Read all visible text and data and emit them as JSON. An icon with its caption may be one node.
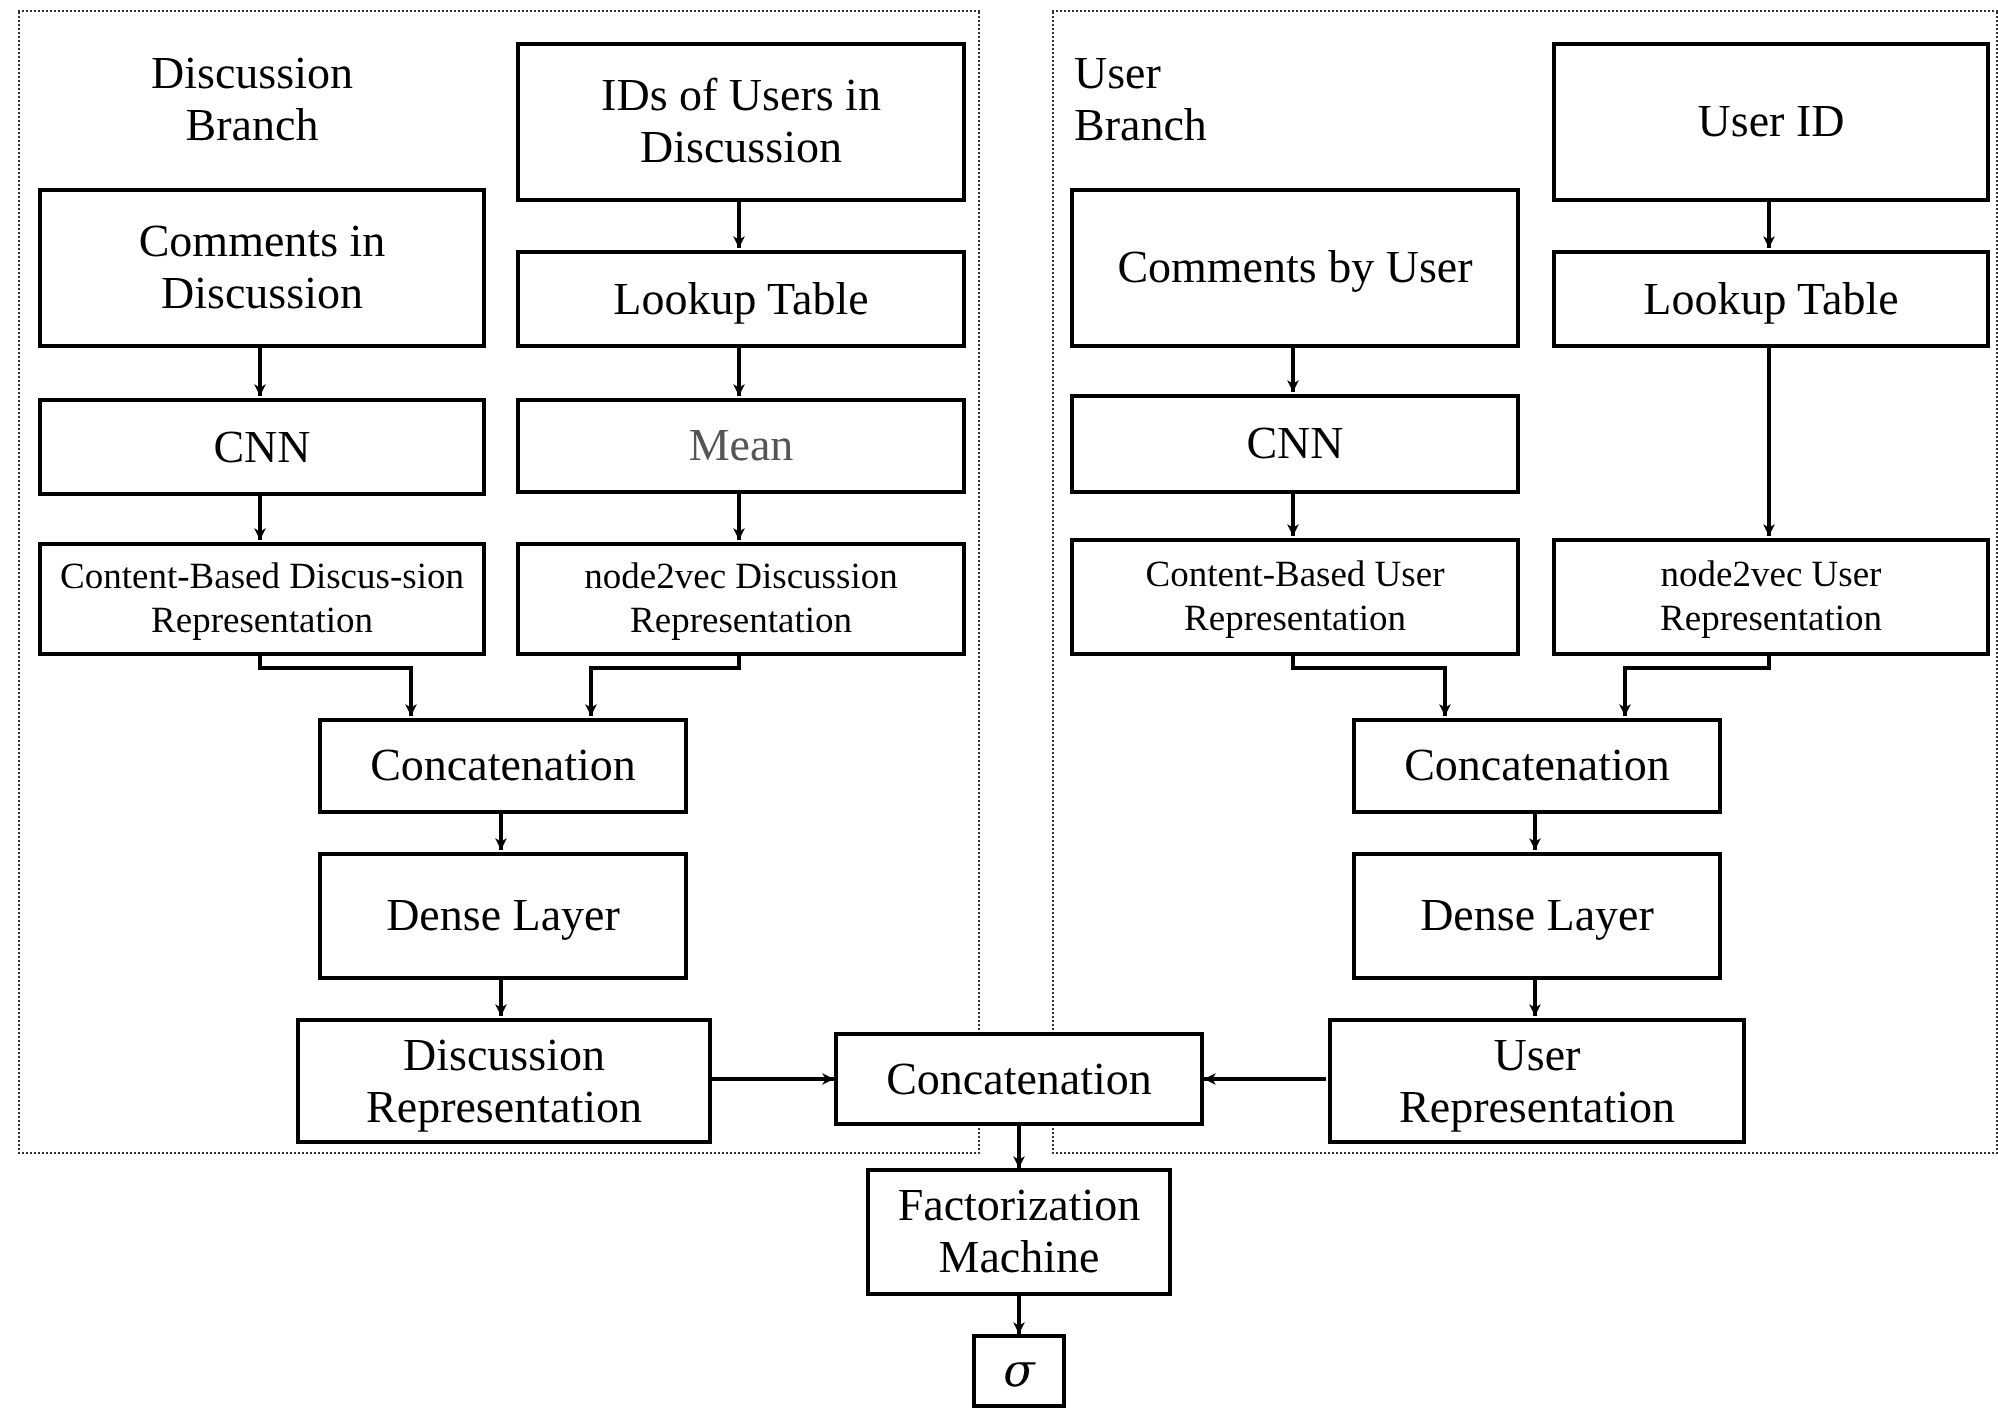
{
  "diagram": {
    "nodes": [
      {
        "text": [
          "Discussion Branch"
        ]
      },
      {
        "text": [
          "IDs of Users in Discussion"
        ],
        "in": 0
      },
      {
        "text": [
          "Comments in Discussion"
        ],
        "in": 0
      },
      {
        "text": [
          "Lookup Table"
        ],
        "in": 0
      },
      {
        "text": [
          "CNN"
        ],
        "in": 0
      },
      {
        "text": [
          "Mean"
        ],
        "in": 0
      },
      {
        "text": [
          "Content-Based Discus-sion Representation"
        ],
        "in": 0
      },
      {
        "text": [
          "node2vec Discussion Representation"
        ],
        "in": 0
      },
      {
        "text": [
          "Concatenation"
        ],
        "in": 0
      },
      {
        "text": [
          "Dense Layer"
        ],
        "in": 0
      },
      {
        "text": [
          "Discussion Representation"
        ],
        "in": 0
      },
      {
        "text": [
          "User Branch"
        ]
      },
      {
        "text": [
          "User ID"
        ],
        "in": 11
      },
      {
        "text": [
          "Comments by User"
        ],
        "in": 11
      },
      {
        "text": [
          "Lookup Table"
        ],
        "in": 11
      },
      {
        "text": [
          "CNN"
        ],
        "in": 11
      },
      {
        "text": [
          "Content-Based User Representation"
        ],
        "in": 11
      },
      {
        "text": [
          "node2vec User Representation"
        ],
        "in": 11
      },
      {
        "text": [
          "Concatenation"
        ],
        "in": 11
      },
      {
        "text": [
          "Dense Layer"
        ],
        "in": 11
      },
      {
        "text": [
          "User Representation"
        ],
        "in": 11
      },
      {
        "text": [
          "Concatenation"
        ]
      },
      {
        "text": [
          "Factorization Machine"
        ]
      },
      {
        "text": [
          "σ"
        ]
      }
    ],
    "edges": [
      {
        "from": 1,
        "to": 3,
        "arrow": "to"
      },
      {
        "from": 3,
        "to": 5,
        "arrow": "to"
      },
      {
        "from": 5,
        "to": 7,
        "arrow": "to"
      },
      {
        "from": 2,
        "to": 4,
        "arrow": "to"
      },
      {
        "from": 4,
        "to": 6,
        "arrow": "to"
      },
      {
        "from": 6,
        "to": 8,
        "arrow": "to"
      },
      {
        "from": 7,
        "to": 8,
        "arrow": "to"
      },
      {
        "from": 8,
        "to": 9,
        "arrow": "to"
      },
      {
        "from": 9,
        "to": 10,
        "arrow": "to"
      },
      {
        "from": 10,
        "to": 21,
        "arrow": "to"
      },
      {
        "from": 12,
        "to": 14,
        "arrow": "to"
      },
      {
        "from": 14,
        "to": 17,
        "arrow": "to"
      },
      {
        "from": 13,
        "to": 15,
        "arrow": "to"
      },
      {
        "from": 15,
        "to": 16,
        "arrow": "to"
      },
      {
        "from": 16,
        "to": 18,
        "arrow": "to"
      },
      {
        "from": 17,
        "to": 18,
        "arrow": "to"
      },
      {
        "from": 18,
        "to": 19,
        "arrow": "to"
      },
      {
        "from": 19,
        "to": 20,
        "arrow": "to"
      },
      {
        "from": 20,
        "to": 21,
        "arrow": "to"
      },
      {
        "from": 21,
        "to": 22,
        "arrow": "to"
      },
      {
        "from": 22,
        "to": 23,
        "arrow": "to"
      }
    ]
  }
}
